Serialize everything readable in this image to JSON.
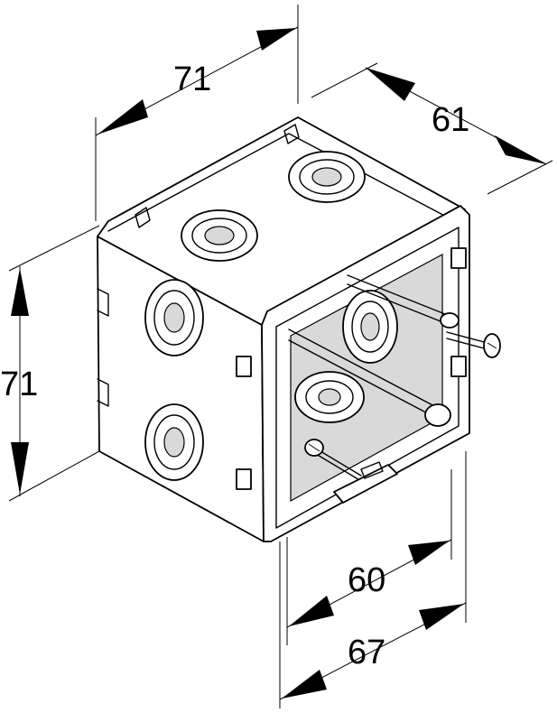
{
  "dimensions": {
    "top_width": "71",
    "top_depth": "61",
    "left_height": "71",
    "inner_width": "60",
    "outer_width": "67"
  }
}
